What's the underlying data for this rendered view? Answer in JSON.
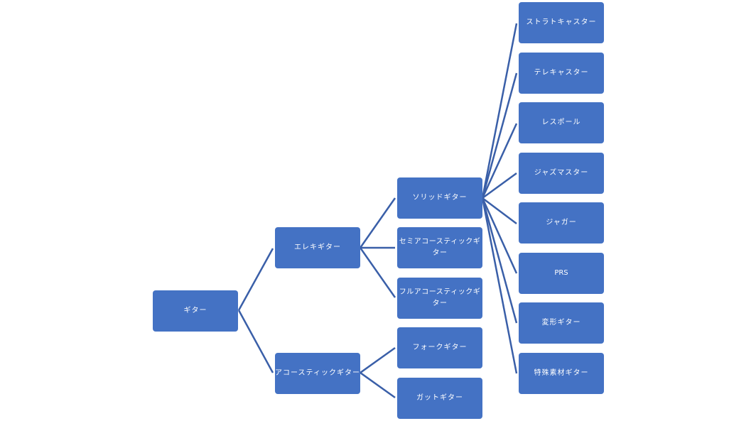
{
  "tree": {
    "root": {
      "label": "ギター"
    },
    "level1": [
      {
        "label": "エレキギター"
      },
      {
        "label": "アコースティックギター"
      }
    ],
    "level2": [
      {
        "label": "ソリッドギター"
      },
      {
        "label": "セミアコースティックギター"
      },
      {
        "label": "フルアコースティックギター"
      },
      {
        "label": "フォークギター"
      },
      {
        "label": "ガットギター"
      }
    ],
    "level3": [
      {
        "label": "ストラトキャスター"
      },
      {
        "label": "テレキャスター"
      },
      {
        "label": "レスポール"
      },
      {
        "label": "ジャズマスター"
      },
      {
        "label": "ジャガー"
      },
      {
        "label": "PRS"
      },
      {
        "label": "変形ギター"
      },
      {
        "label": "特殊素材ギター"
      }
    ]
  },
  "colors": {
    "node_fill": "#4472c4",
    "connector": "#3a5fa8",
    "text": "#ffffff"
  }
}
